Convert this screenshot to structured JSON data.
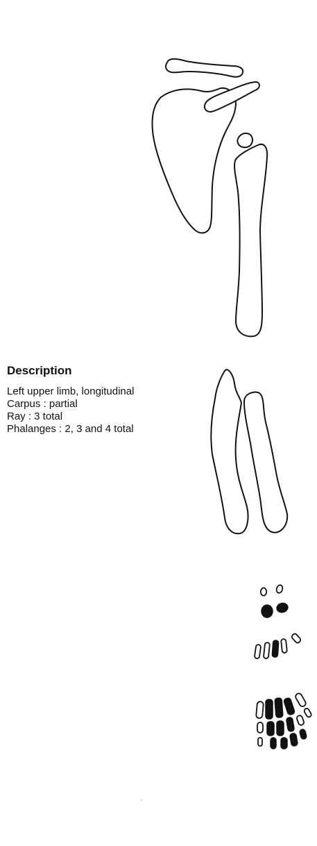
{
  "description": {
    "title": "Description",
    "lines": [
      "Left upper limb, longitudinal",
      "Carpus : partial",
      "Ray : 3 total",
      "Phalanges : 2, 3 and 4 total"
    ]
  },
  "bone_fill_colors": {
    "present": "#ffffff",
    "absent": "#111111",
    "outline": "#111111"
  }
}
